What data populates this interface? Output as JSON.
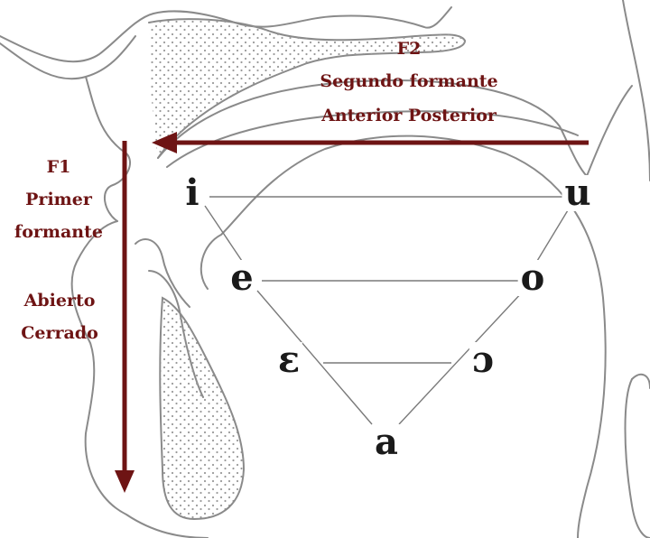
{
  "labels": {
    "f2_title": "F2",
    "f2_name": "Segundo formante",
    "f2_range": "Anterior Posterior",
    "f1_title": "F1",
    "f1_name_line1": "Primer",
    "f1_name_line2": "formante",
    "f1_open": "Abierto",
    "f1_closed": "Cerrado"
  },
  "vowels": {
    "i": "i",
    "u": "u",
    "e": "e",
    "o": "o",
    "open_e": "ɛ",
    "open_o": "ɔ",
    "a": "a"
  },
  "colors": {
    "arrow": "#6e1414",
    "anatomy_line": "#8a8a8a",
    "stipple": "#9a9a9a",
    "trapezoid_line": "#7a7a7a",
    "vowel_text": "#1a1a1a"
  }
}
